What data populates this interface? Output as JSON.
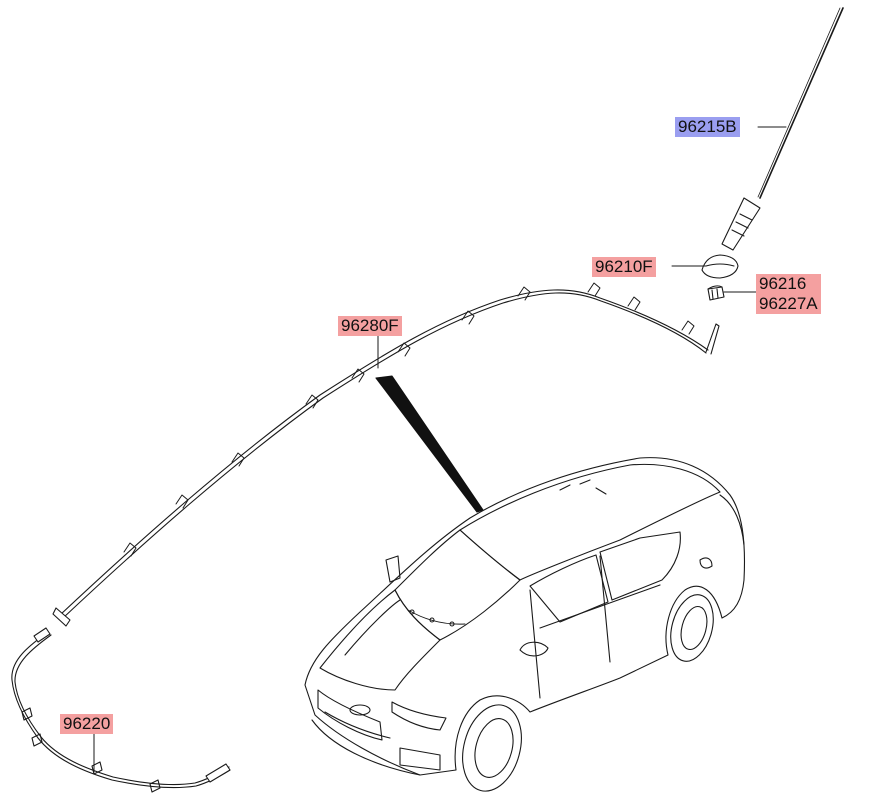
{
  "labels": {
    "rod": "96215B",
    "base": "96210F",
    "nut_a": "96216",
    "nut_b": "96227A",
    "roof_cable": "96280F",
    "feeder_cable": "96220"
  },
  "colors": {
    "highlight_pink": "#f4a0a0",
    "highlight_blue": "#9a9ef0",
    "line": "#1a1a1a"
  }
}
